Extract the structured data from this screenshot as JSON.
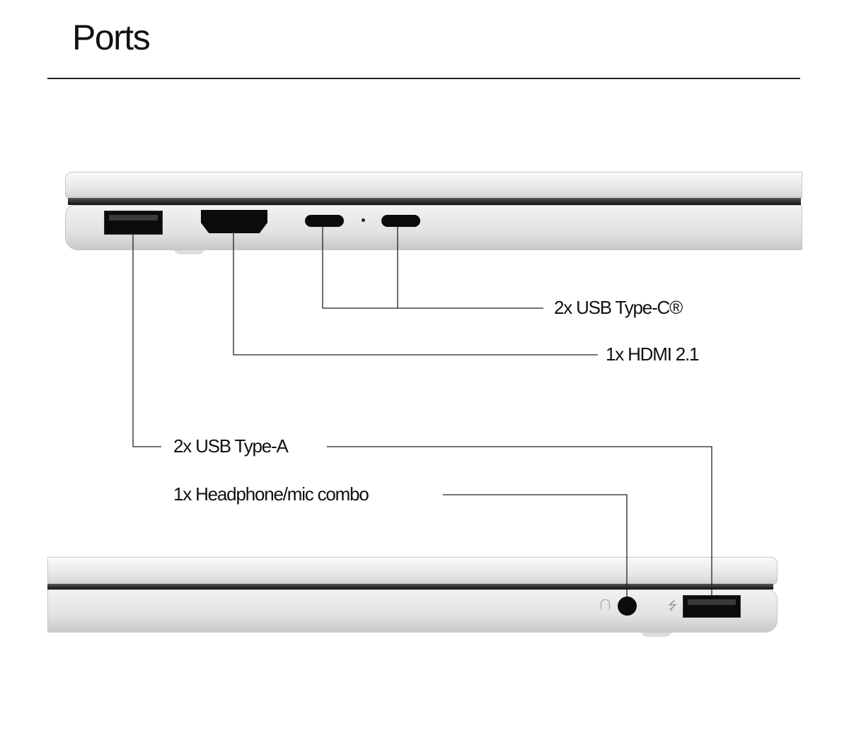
{
  "title": "Ports",
  "labels": {
    "usb_c": "2x USB Type-C®",
    "hdmi": "1x HDMI 2.1",
    "usb_a": "2x USB Type-A",
    "headphone": "1x Headphone/mic combo"
  }
}
